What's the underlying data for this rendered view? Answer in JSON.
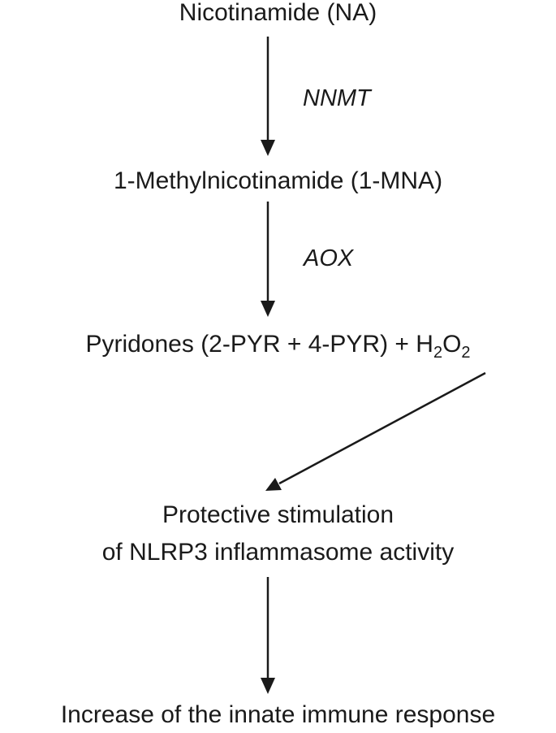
{
  "nodes": {
    "nicotinamide": "Nicotinamide (NA)",
    "methylnicotinamide": "1-Methylnicotinamide (1-MNA)",
    "pyridones": {
      "text": "Pyridones (2-PYR + 4-PYR) + H",
      "sub1": "2",
      "mid": "O",
      "sub2": "2"
    },
    "protective_line1": "Protective stimulation",
    "protective_line2": "of NLRP3 inflammasome activity",
    "innate_response": "Increase of the innate immune response"
  },
  "enzymes": {
    "nnmt": "NNMT",
    "aox": "AOX"
  },
  "colors": {
    "text": "#1a1a1a",
    "arrow": "#1a1a1a",
    "background": "#ffffff"
  }
}
